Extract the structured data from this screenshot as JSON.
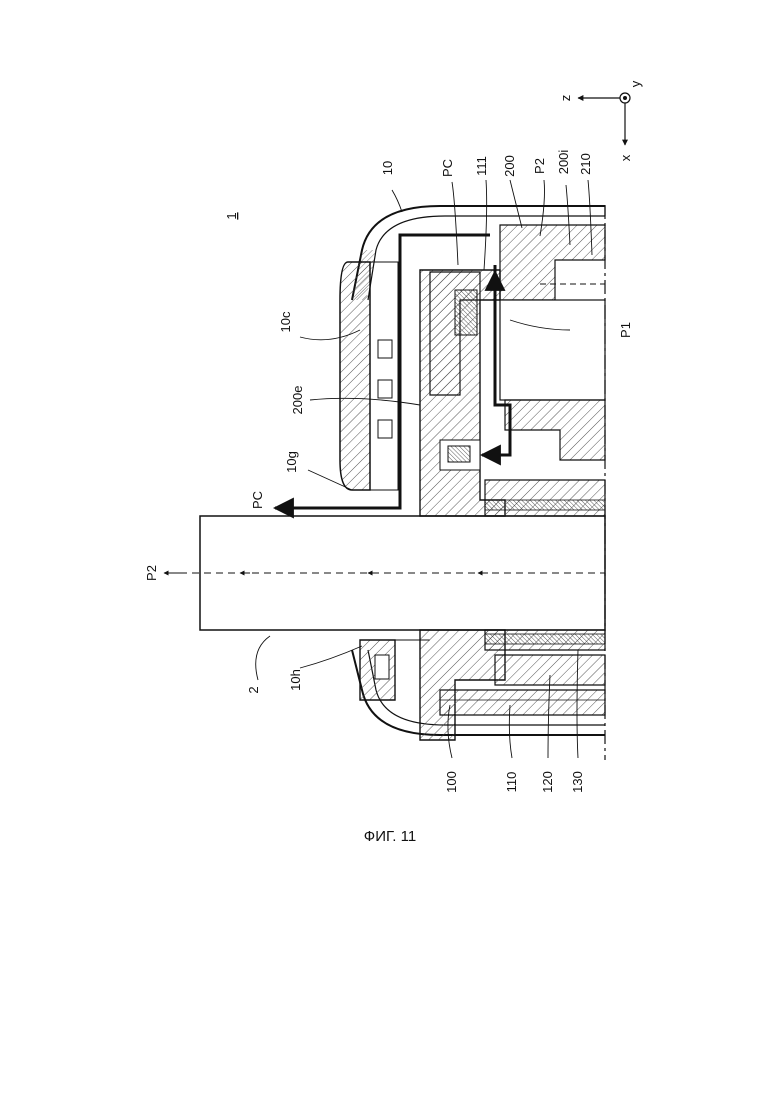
{
  "figure": {
    "caption": "ФИГ. 11",
    "assembly_number": "1"
  },
  "axes": {
    "z": "z",
    "y": "y",
    "x": "x"
  },
  "labels": {
    "ref_10": "10",
    "ref_pc_top": "PC",
    "ref_111": "111",
    "ref_200": "200",
    "ref_p2_top": "P2",
    "ref_200i": "200i",
    "ref_210": "210",
    "ref_10c": "10c",
    "ref_200e": "200e",
    "ref_p1": "P1",
    "ref_10g": "10g",
    "ref_pc_arrow": "PC",
    "ref_p2_left": "P2",
    "ref_2": "2",
    "ref_10h": "10h",
    "ref_100": "100",
    "ref_110": "110",
    "ref_120": "120",
    "ref_130": "130"
  },
  "colors": {
    "ink": "#111111",
    "hatch": "#444444",
    "paper": "#ffffff"
  }
}
